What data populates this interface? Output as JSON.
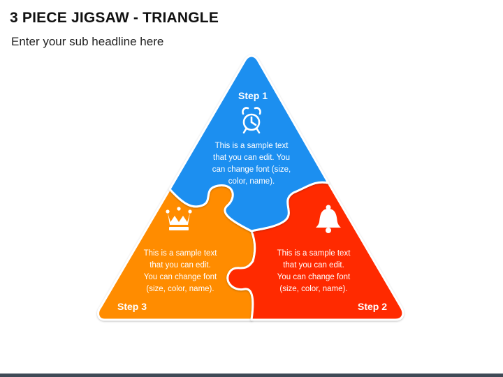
{
  "header": {
    "title": "3 PIECE JIGSAW - TRIANGLE",
    "subtitle": "Enter your sub headline here"
  },
  "pieces": [
    {
      "step": "Step 1",
      "color": "#1a8ff0",
      "icon": "alarm-clock-icon",
      "lines": [
        "This is a sample text",
        "that you can edit. You",
        "can change font (size,",
        "color, name)."
      ]
    },
    {
      "step": "Step 2",
      "color": "#ff2a00",
      "icon": "bell-icon",
      "lines": [
        "This is a sample text",
        "that you can edit.",
        "You can change font",
        "(size, color, name)."
      ]
    },
    {
      "step": "Step 3",
      "color": "#ff8c00",
      "icon": "crown-icon",
      "lines": [
        "This is a sample text",
        "that you can edit.",
        "You can change font",
        "(size, color, name)."
      ]
    }
  ],
  "colors": {
    "background": "#ffffff",
    "bottom_bar": "#3f4a56"
  }
}
